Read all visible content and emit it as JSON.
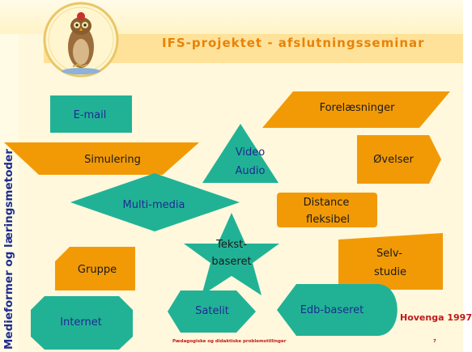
{
  "slide": {
    "title": "IFS-projektet - afslutningsseminar",
    "side_title": "Medieformer og læringsmetoder",
    "author": "Hovenga 1997",
    "footer": "Pædagogiske og didaktiske problemstillinger",
    "page_number": "7"
  },
  "colors": {
    "teal": "#21b296",
    "orange": "#f29a06",
    "label_blue": "#1d2c8f",
    "title_orange": "#e8820a",
    "footer_red": "#c01818"
  },
  "logo": {
    "icon": "owl-icon"
  },
  "shapes": {
    "email": "E-mail",
    "forelaesninger": "Forelæsninger",
    "simulering": "Simulering",
    "video_audio_line1": "Video",
    "video_audio_line2": "Audio",
    "oevelser": "Øvelser",
    "multimedia": "Multi-media",
    "distance_line1": "Distance",
    "distance_line2": "fleksibel",
    "tekst_line1": "Tekst-",
    "tekst_line2": "baseret",
    "selvstudie_line1": "Selv-",
    "selvstudie_line2": "studie",
    "gruppe": "Gruppe",
    "internet": "Internet",
    "satelit": "Satelit",
    "edb": "Edb-baseret"
  }
}
